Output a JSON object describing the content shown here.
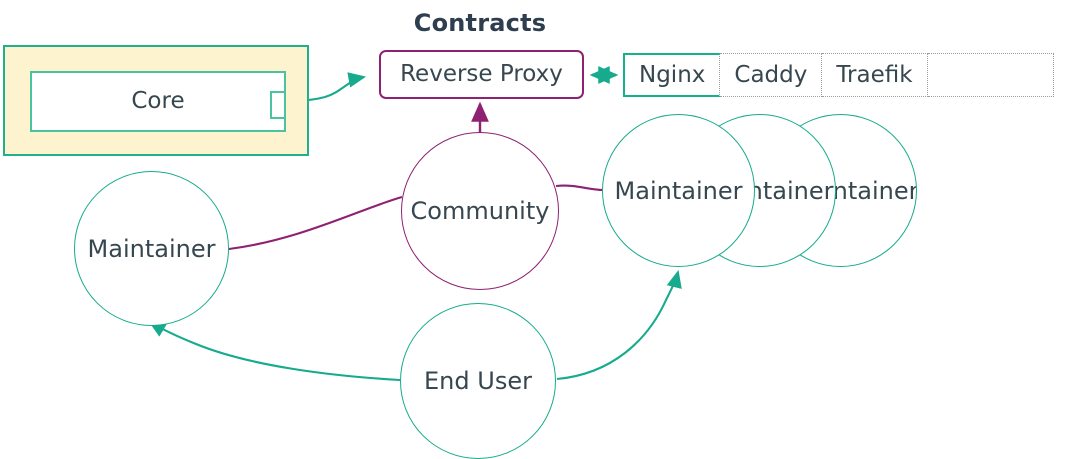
{
  "diagram": {
    "title": "Contracts",
    "colors": {
      "teal": "#16ab8c",
      "teal_dark": "#20b08b",
      "teal_light": "#49c3a0",
      "purple": "#8e2272",
      "text": "#37474f",
      "package_fill": "#fdf3ce",
      "dotted_border": "#9e9e9e",
      "background": "#ffffff"
    },
    "package": {
      "name": "core-package",
      "component_label": "Core",
      "port_label": ""
    },
    "interface": {
      "label": "Reverse Proxy"
    },
    "implementations": [
      {
        "label": "Nginx",
        "selected": true
      },
      {
        "label": "Caddy",
        "selected": false
      },
      {
        "label": "Traefik",
        "selected": false
      },
      {
        "label": "",
        "selected": false
      }
    ],
    "actors": [
      {
        "id": "maintainer-left",
        "label": "Maintainer",
        "color": "teal"
      },
      {
        "id": "community",
        "label": "Community",
        "color": "purple"
      },
      {
        "id": "maintainer-r1",
        "label": "Maintainer",
        "color": "teal"
      },
      {
        "id": "maintainer-r2",
        "label": "Maintainer",
        "color": "teal"
      },
      {
        "id": "maintainer-r3",
        "label": "Maintainer",
        "color": "teal"
      },
      {
        "id": "end-user",
        "label": "End User",
        "color": "teal"
      }
    ],
    "edges": [
      {
        "from": "core-package",
        "to": "reverse-proxy",
        "arrow": "end",
        "color": "teal"
      },
      {
        "from": "reverse-proxy",
        "to": "nginx",
        "arrow": "both",
        "color": "teal"
      },
      {
        "from": "community",
        "to": "reverse-proxy",
        "arrow": "end",
        "color": "purple"
      },
      {
        "from": "community",
        "to": "maintainer-left",
        "arrow": "none",
        "color": "purple"
      },
      {
        "from": "community",
        "to": "maintainer-r1",
        "arrow": "none",
        "color": "purple"
      },
      {
        "from": "end-user",
        "to": "maintainer-left",
        "arrow": "end",
        "color": "teal"
      },
      {
        "from": "end-user",
        "to": "maintainer-r1",
        "arrow": "end",
        "color": "teal"
      }
    ]
  }
}
